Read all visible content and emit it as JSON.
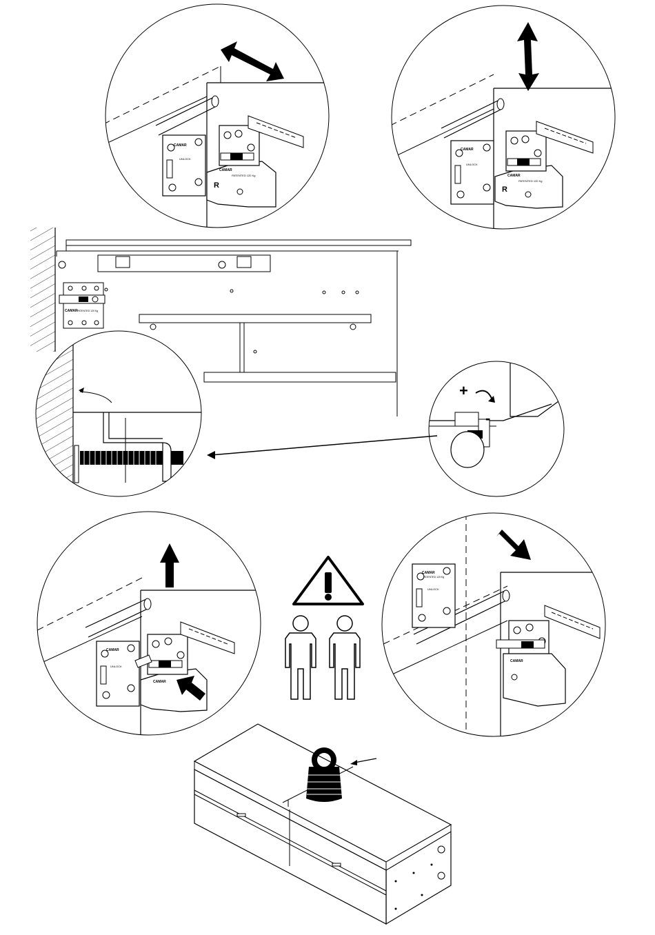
{
  "hinge": {
    "brand": "CAMAR",
    "model": "PATENTED 120 Kg",
    "lock_text": "UNLOCK",
    "side_letter": "R"
  },
  "adjust": {
    "plus": "+",
    "minus": "-"
  },
  "colors": {
    "line": "#000000",
    "fill": "#ffffff",
    "hatch": "#000000"
  }
}
